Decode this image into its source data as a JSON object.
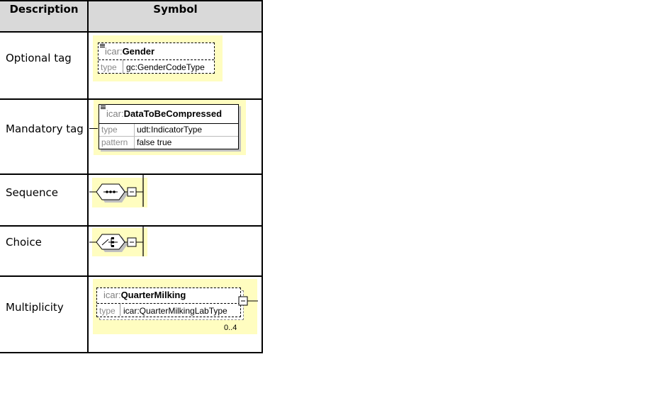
{
  "table": {
    "headers": {
      "description": "Description",
      "symbol": "Symbol"
    },
    "rows": [
      {
        "description": "Optional tag",
        "symbol": {
          "prefix": "icar:",
          "name": "Gender",
          "attributes": [
            {
              "key": "type",
              "value": "gc:GenderCodeType"
            }
          ]
        }
      },
      {
        "description": "Mandatory tag",
        "symbol": {
          "prefix": "icar:",
          "name": "DataToBeCompressed",
          "attributes": [
            {
              "key": "type",
              "value": "udt:IndicatorType"
            },
            {
              "key": "pattern",
              "value": "false true"
            }
          ]
        }
      },
      {
        "description": "Sequence",
        "symbol": {
          "compositor": "sequence"
        }
      },
      {
        "description": "Choice",
        "symbol": {
          "compositor": "choice"
        }
      },
      {
        "description": "Multiplicity",
        "symbol": {
          "prefix": "icar:",
          "name": "QuarterMilking",
          "attributes": [
            {
              "key": "type",
              "value": "icar:QuarterMilkingLabType"
            }
          ],
          "occurrence": "0..4"
        }
      }
    ]
  },
  "colors": {
    "header_bg": "#d9d9d9",
    "highlight": "#fffdc0",
    "prefix": "#7f7f7f",
    "attr_key": "#8a8a8a"
  },
  "icons": [
    "documentation-icon",
    "sequence-compositor-icon",
    "choice-compositor-icon",
    "collapse-minus-icon"
  ]
}
